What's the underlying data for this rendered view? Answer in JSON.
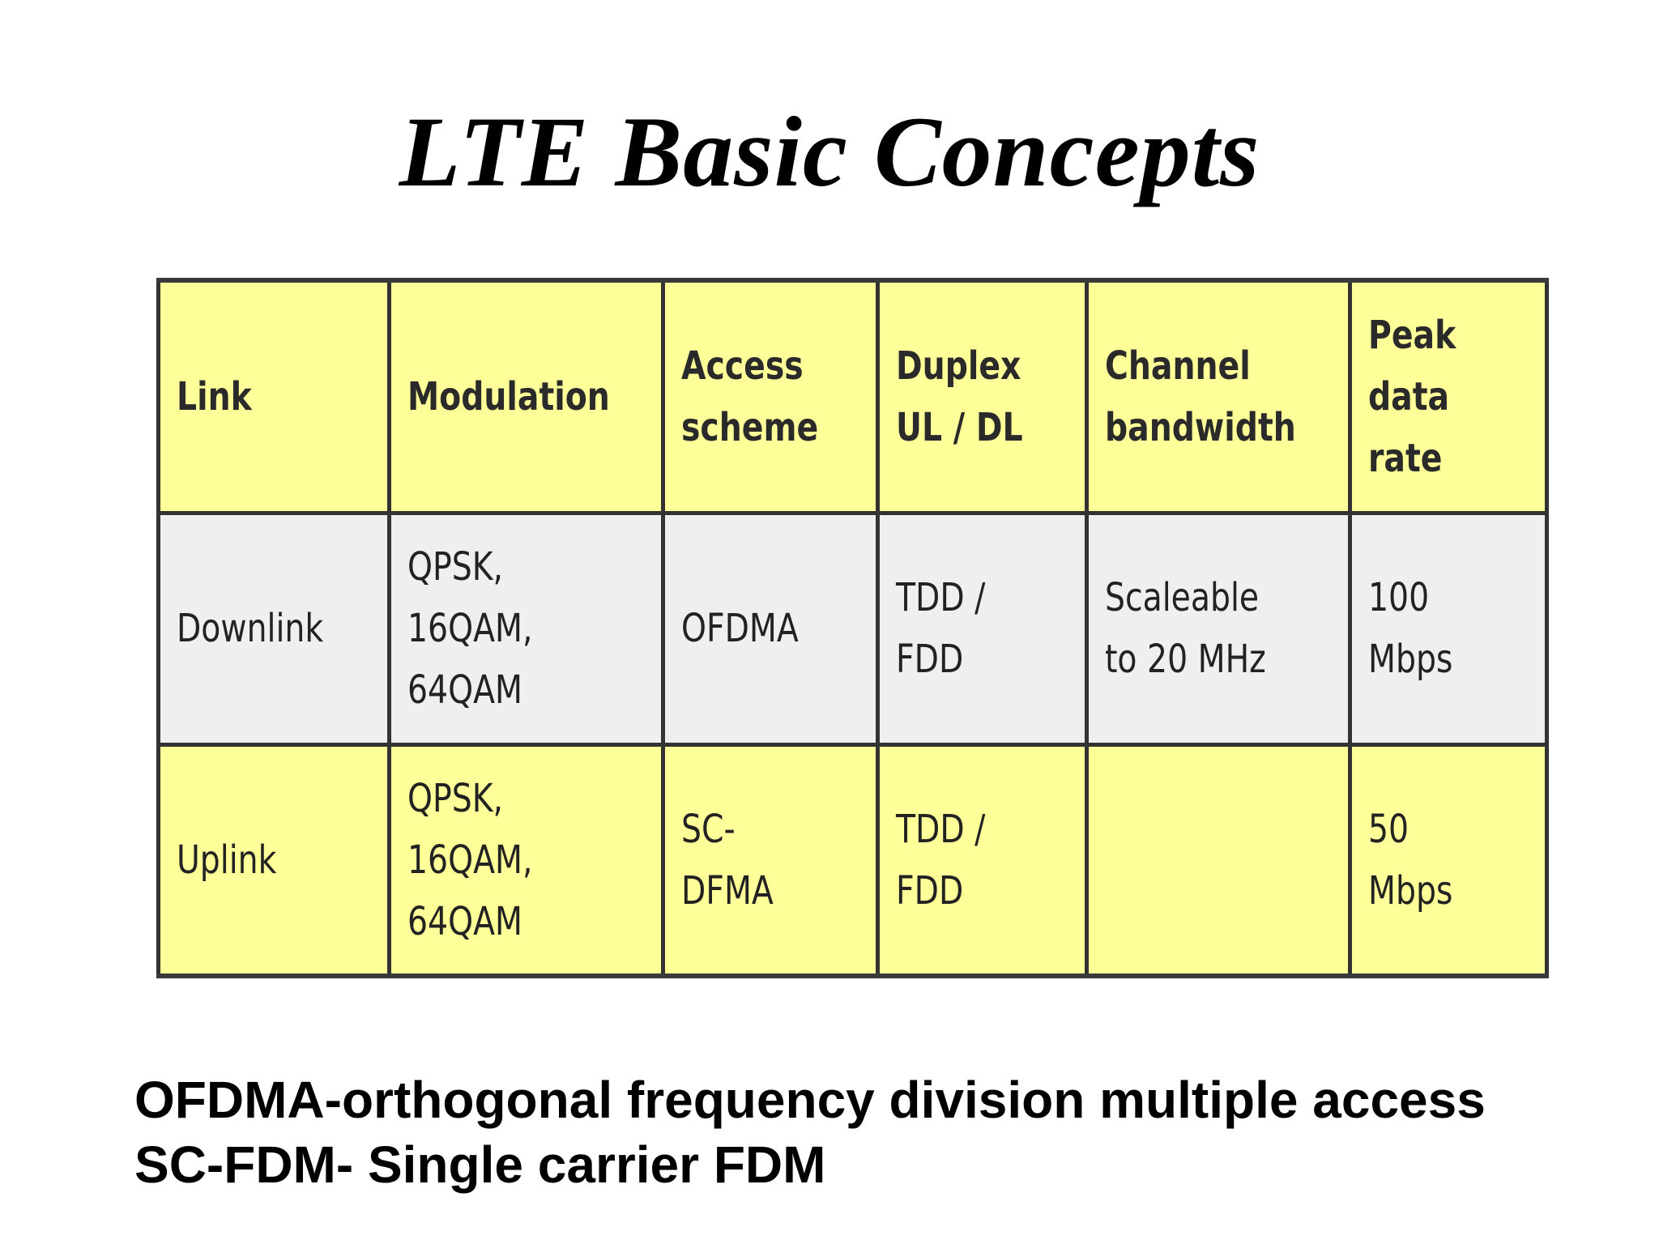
{
  "slide": {
    "title": "LTE Basic Concepts",
    "colors": {
      "background": "#ffffff",
      "header_row": "#ffff99",
      "downlink_row": "#efeff0",
      "uplink_row": "#ffff99",
      "border": "#333333"
    }
  },
  "table": {
    "columns": [
      {
        "label": "Link"
      },
      {
        "label": "Modulation"
      },
      {
        "label": "Access\nscheme"
      },
      {
        "label": "Duplex\nUL / DL"
      },
      {
        "label": "Channel\nbandwidth"
      },
      {
        "label": "Peak\ndata\nrate"
      }
    ],
    "rows": [
      {
        "cells": [
          "Downlink",
          "QPSK,\n16QAM,\n64QAM",
          "OFDMA",
          "TDD /\nFDD",
          "Scaleable\nto 20 MHz",
          "100\nMbps"
        ]
      },
      {
        "cells": [
          "Uplink",
          "QPSK,\n16QAM,\n64QAM",
          "SC-\nDFMA",
          "TDD /\nFDD",
          "",
          "50\nMbps"
        ]
      }
    ]
  },
  "footer": {
    "lines": [
      "OFDMA-orthogonal frequency division multiple access",
      "SC-FDM- Single carrier FDM"
    ]
  }
}
